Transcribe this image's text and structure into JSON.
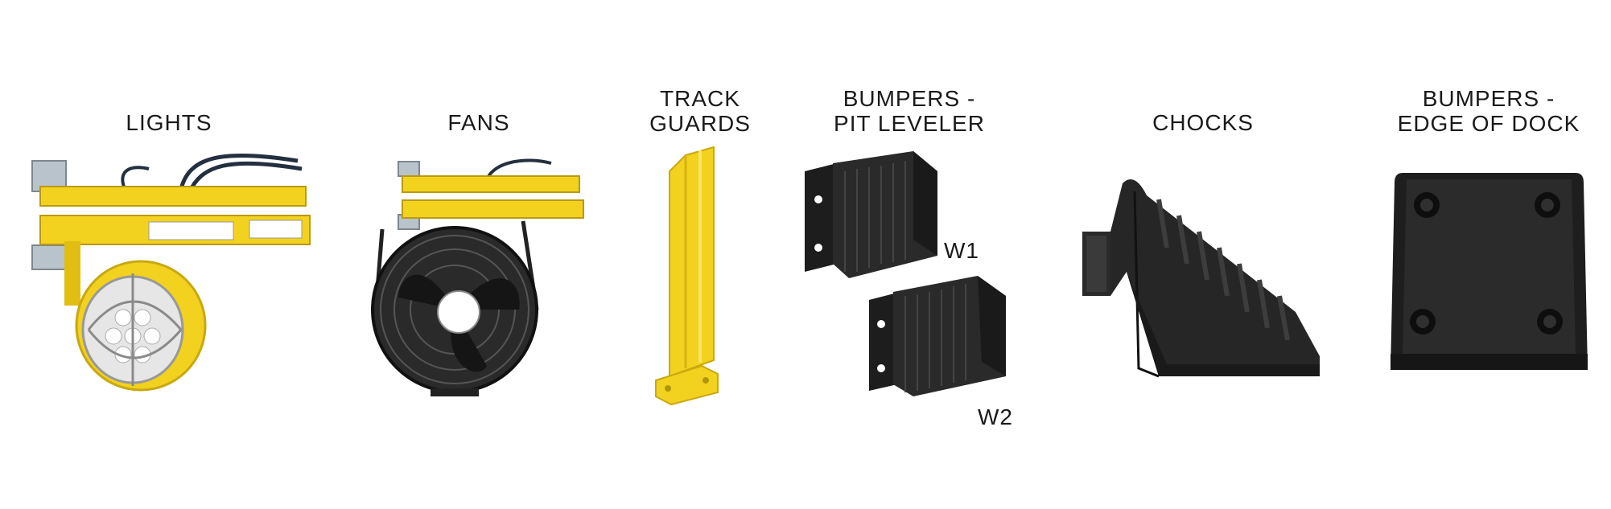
{
  "products": [
    {
      "id": "lights",
      "label_lines": [
        "LIGHTS"
      ],
      "icon": "dock-light-icon"
    },
    {
      "id": "fans",
      "label_lines": [
        "FANS"
      ],
      "icon": "dock-fan-icon"
    },
    {
      "id": "track-guards",
      "label_lines": [
        "TRACK",
        "GUARDS"
      ],
      "icon": "track-guard-icon"
    },
    {
      "id": "bumpers-pit-leveler",
      "label_lines": [
        "BUMPERS -",
        "PIT LEVELER"
      ],
      "icon": "pit-leveler-bumper-icon",
      "variants": [
        "W1",
        "W2"
      ]
    },
    {
      "id": "chocks",
      "label_lines": [
        "CHOCKS"
      ],
      "icon": "wheel-chock-icon"
    },
    {
      "id": "bumpers-edge-of-dock",
      "label_lines": [
        "BUMPERS -",
        "EDGE OF DOCK"
      ],
      "icon": "edge-of-dock-bumper-icon"
    }
  ],
  "colors": {
    "safety_yellow": "#f2d21e",
    "rubber_black": "#1d1d1d",
    "fan_black": "#222222",
    "text": "#1a1a1a"
  }
}
